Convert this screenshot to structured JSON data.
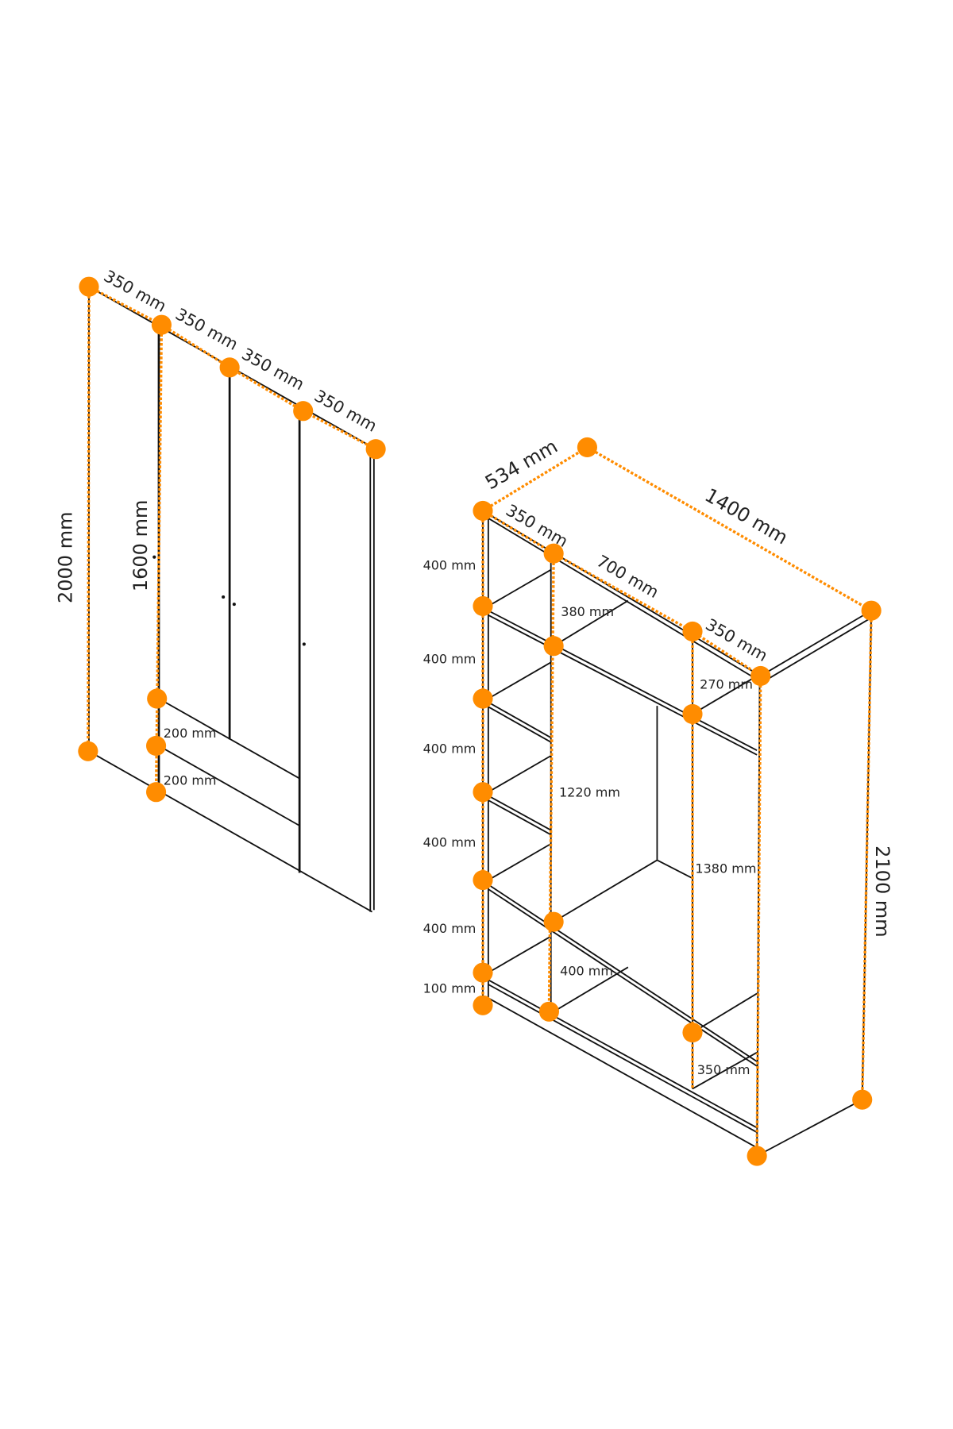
{
  "colors": {
    "dimension": "#ff8c00",
    "line": "#111111"
  },
  "doors": {
    "height_total": "2000 mm",
    "height_doors": "1600 mm",
    "widths": [
      "350 mm",
      "350 mm",
      "350 mm",
      "350 mm"
    ],
    "drawers": [
      "200 mm",
      "200 mm"
    ]
  },
  "carcass": {
    "depth": "534 mm",
    "width": "1400 mm",
    "height": "2100 mm",
    "top_sections": [
      "350 mm",
      "700 mm",
      "350 mm"
    ],
    "left_shelves": [
      "400 mm",
      "400 mm",
      "400 mm",
      "400 mm",
      "400 mm",
      "100 mm"
    ],
    "middle": [
      "380 mm",
      "1220 mm",
      "400 mm"
    ],
    "right": [
      "270 mm",
      "1380 mm",
      "350 mm"
    ]
  }
}
